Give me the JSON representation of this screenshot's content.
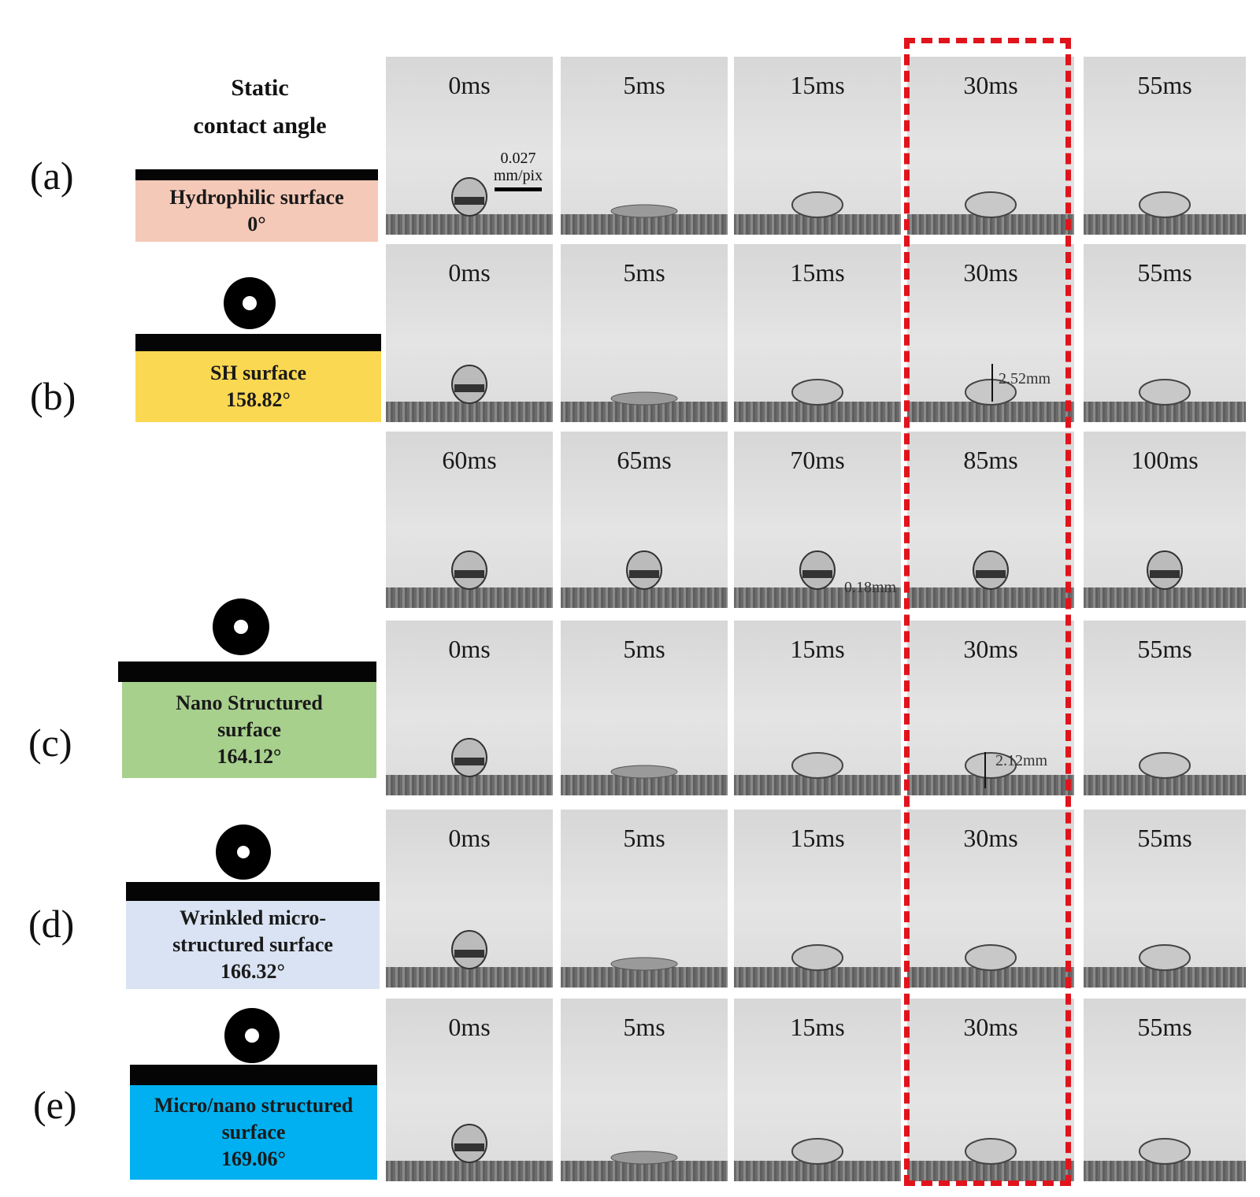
{
  "header": {
    "line1": "Static",
    "line2": "contact angle"
  },
  "scale_label": [
    "0.027",
    "mm/pix"
  ],
  "rows": [
    {
      "id": "a",
      "label": "(a)",
      "surface": [
        "Hydrophilic surface",
        "0°"
      ],
      "color": "#f5c9b8",
      "times": [
        "0ms",
        "5ms",
        "15ms",
        "30ms",
        "55ms"
      ]
    },
    {
      "id": "b",
      "label": "(b)",
      "surface": [
        "SH surface",
        "158.82°"
      ],
      "color": "#fbd852",
      "times": [
        "0ms",
        "5ms",
        "15ms",
        "30ms",
        "55ms"
      ],
      "times2": [
        "60ms",
        "65ms",
        "70ms",
        "85ms",
        "100ms"
      ],
      "annot_30ms": "2.52mm",
      "annot_70ms": "0.18mm"
    },
    {
      "id": "c",
      "label": "(c)",
      "surface": [
        "Nano Structured",
        "surface",
        "164.12°"
      ],
      "color": "#a8d08d",
      "times": [
        "0ms",
        "5ms",
        "15ms",
        "30ms",
        "55ms"
      ],
      "annot_30ms": "2.12mm"
    },
    {
      "id": "d",
      "label": "(d)",
      "surface": [
        "Wrinkled micro-",
        "structured surface",
        "166.32°"
      ],
      "color": "#dae3f3",
      "times": [
        "0ms",
        "5ms",
        "15ms",
        "30ms",
        "55ms"
      ]
    },
    {
      "id": "e",
      "label": "(e)",
      "surface": [
        "Micro/nano structured",
        "surface",
        "169.06°"
      ],
      "color": "#00b0f0",
      "times": [
        "0ms",
        "5ms",
        "15ms",
        "30ms",
        "55ms"
      ]
    }
  ],
  "colors": {
    "highlight": "#e0141c"
  }
}
